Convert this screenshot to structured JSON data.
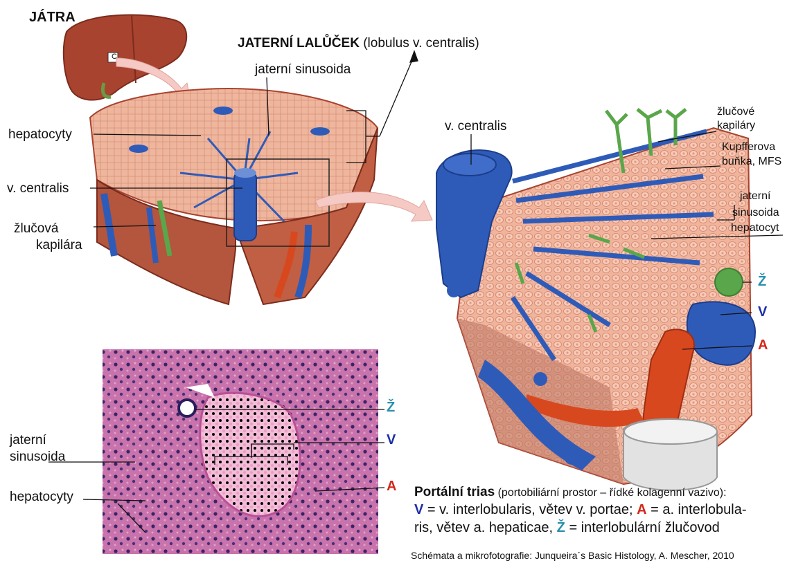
{
  "labels": {
    "jatra": "JÁTRA",
    "lobule_title": "JATERNÍ LALŮČEK",
    "lobule_sub": " (lobulus v. centralis)",
    "jaterni_sinusoida_top": "jaterní sinusoida",
    "hepatocyty_left": "hepatocyty",
    "v_centralis_left": "v. centralis",
    "zlucova_kapilara_1": "žlučová",
    "zlucova_kapilara_2": "kapilára",
    "v_centralis_right": "v. centralis",
    "zlucove_kapilary_1": "žlučové",
    "zlucove_kapilary_2": "kapiláry",
    "kupffer_1": "Kupfferova",
    "kupffer_2": "buňka, MFS",
    "jaterni_2_1": "jaterní",
    "jaterni_2_2": "sinusoida",
    "hepatocyt": "hepatocyt",
    "Z": "Ž",
    "V": "V",
    "A": "A",
    "micro_Z": "Ž",
    "micro_V": "V",
    "micro_A": "A",
    "micro_sinus_1": "jaterní",
    "micro_sinus_2": "sinusoida",
    "micro_hepatocyty": "hepatocyty",
    "liver_marker": "C"
  },
  "caption": {
    "title": "Portální trias",
    "title_rest": " (portobiliární prostor – řídké kolagenní vazivo):",
    "line2_V": "V",
    "line2_a": " = v. interlobularis, větev v. portae; ",
    "line2_A": "A",
    "line2_b": " = a. interlobula-",
    "line3_a": "ris, větev a. hepaticae, ",
    "line3_Z": "Ž",
    "line3_b": " = interlobulární žlučovod"
  },
  "credit": "Schémata a mikrofotografie: Junqueira´s Basic Histology, A. Mescher, 2010",
  "colors": {
    "liver": "#a8432f",
    "vein": "#2f5bb8",
    "artery": "#d8481f",
    "bile": "#5aa64a",
    "hepatocyte": "#f2b6a0",
    "arrow_pink": "#f5c9c4",
    "micro_bg": "#c66aa5"
  }
}
